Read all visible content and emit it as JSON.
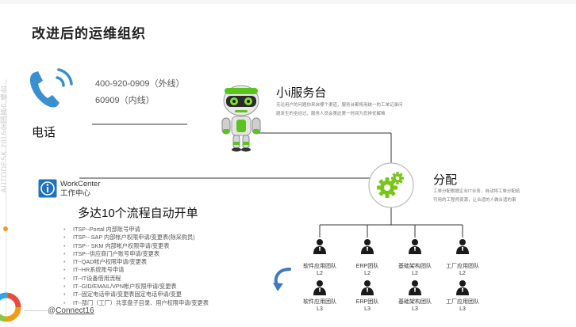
{
  "slide": {
    "title": "改进后的运维组织",
    "side_text": "AUTODESK 2016全国客户峰会"
  },
  "phone": {
    "label": "电话",
    "line1": "400-920-0909（外线）",
    "line2": "60909（内线）"
  },
  "servicedesk": {
    "title": "小i服务台",
    "desc1": "无论用户的问题你来自哪个渠道，服务台都将用统一的工单记录问",
    "desc2": "题发生的全经过，服务人员会第此第一时间为您排忧解难"
  },
  "dispatch": {
    "title": "分配",
    "desc1": "工单分配根据企业IT业务，自动将工单分配给",
    "desc2": "可用的工程师资源，让合适的人做合适的事"
  },
  "workcenter": {
    "name": "WorkCenter",
    "sub": "工作中心",
    "headline": "多达10个流程自动开单",
    "items": [
      "ITSP--Portal 内部账号申请",
      "ITSP-- SAP 内部帐户权限申请/变更表(除采购员)",
      "ITSP-- SKM 内部帐户权限申请/变更表",
      "ITSP--供应商门户账号申请/变更表",
      "IT--QAD帐户权限申请/变更表",
      "IT--HR系统账号申请",
      "IT--IT设备借用流程",
      "IT--GID/EMAIL/VPN帐户权限申请/变更表",
      "IT--固定电话申请/变更表固定电话申请/变更",
      "IT--部门（工厂）共享盘子目录、用户权限申请/变更表"
    ]
  },
  "teams": [
    {
      "name": "软件应用团队",
      "level": "L2"
    },
    {
      "name": "ERP团队",
      "level": "L2"
    },
    {
      "name": "基础架构团队",
      "level": "L2"
    },
    {
      "name": "工厂应用团队",
      "level": "L2"
    },
    {
      "name": "软件应用团队",
      "level": "L3"
    },
    {
      "name": "ERP团队",
      "level": "L3"
    },
    {
      "name": "基础架构团队",
      "level": "L3"
    },
    {
      "name": "工厂应用团队",
      "level": "L3"
    }
  ],
  "footer": {
    "at": "@",
    "brand": "Connect16"
  },
  "colors": {
    "phone_blue": "#3a8fd0",
    "gear_green": "#7ac51a",
    "robot_green": "#5cc21e",
    "workcenter_blue": "#1e73be"
  }
}
